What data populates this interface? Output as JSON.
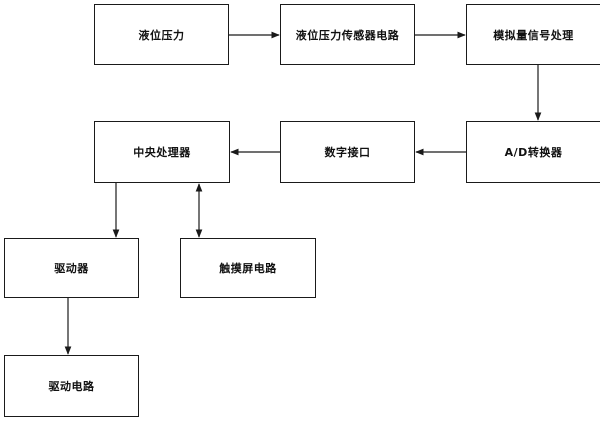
{
  "nodes": {
    "liquid_pressure": "液位压力",
    "sensor_circuit": "液位压力传感器电路",
    "analog_processing": "模拟量信号处理",
    "ad_converter": "A/D转换器",
    "digital_interface": "数字接口",
    "cpu": "中央处理器",
    "driver": "驱动器",
    "touchscreen": "触摸屏电路",
    "drive_circuit": "驱动电路"
  },
  "edges": [
    {
      "from": "liquid_pressure",
      "to": "sensor_circuit",
      "direction": "forward"
    },
    {
      "from": "sensor_circuit",
      "to": "analog_processing",
      "direction": "forward"
    },
    {
      "from": "analog_processing",
      "to": "ad_converter",
      "direction": "forward"
    },
    {
      "from": "ad_converter",
      "to": "digital_interface",
      "direction": "forward"
    },
    {
      "from": "digital_interface",
      "to": "cpu",
      "direction": "forward"
    },
    {
      "from": "cpu",
      "to": "driver",
      "direction": "forward"
    },
    {
      "from": "cpu",
      "to": "touchscreen",
      "direction": "bidirectional"
    },
    {
      "from": "driver",
      "to": "drive_circuit",
      "direction": "forward"
    }
  ],
  "colors": {
    "line": "#1a1a1a",
    "box_border": "#1a1a1a",
    "background": "#ffffff"
  }
}
